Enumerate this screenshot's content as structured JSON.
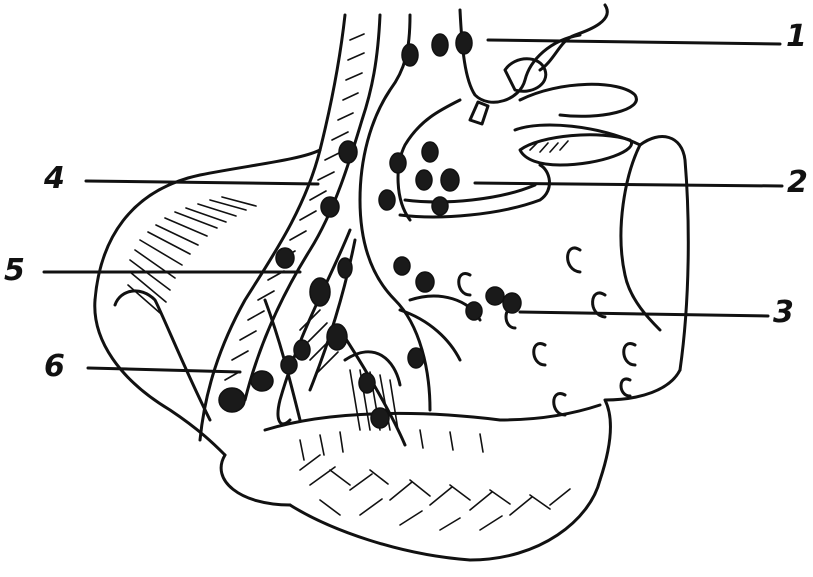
{
  "labels": [
    "1",
    "2",
    "3",
    "4",
    "5",
    "6"
  ],
  "colors": {
    "ink": "#111111",
    "paper": "#ffffff",
    "node": "#1a1a1a"
  }
}
